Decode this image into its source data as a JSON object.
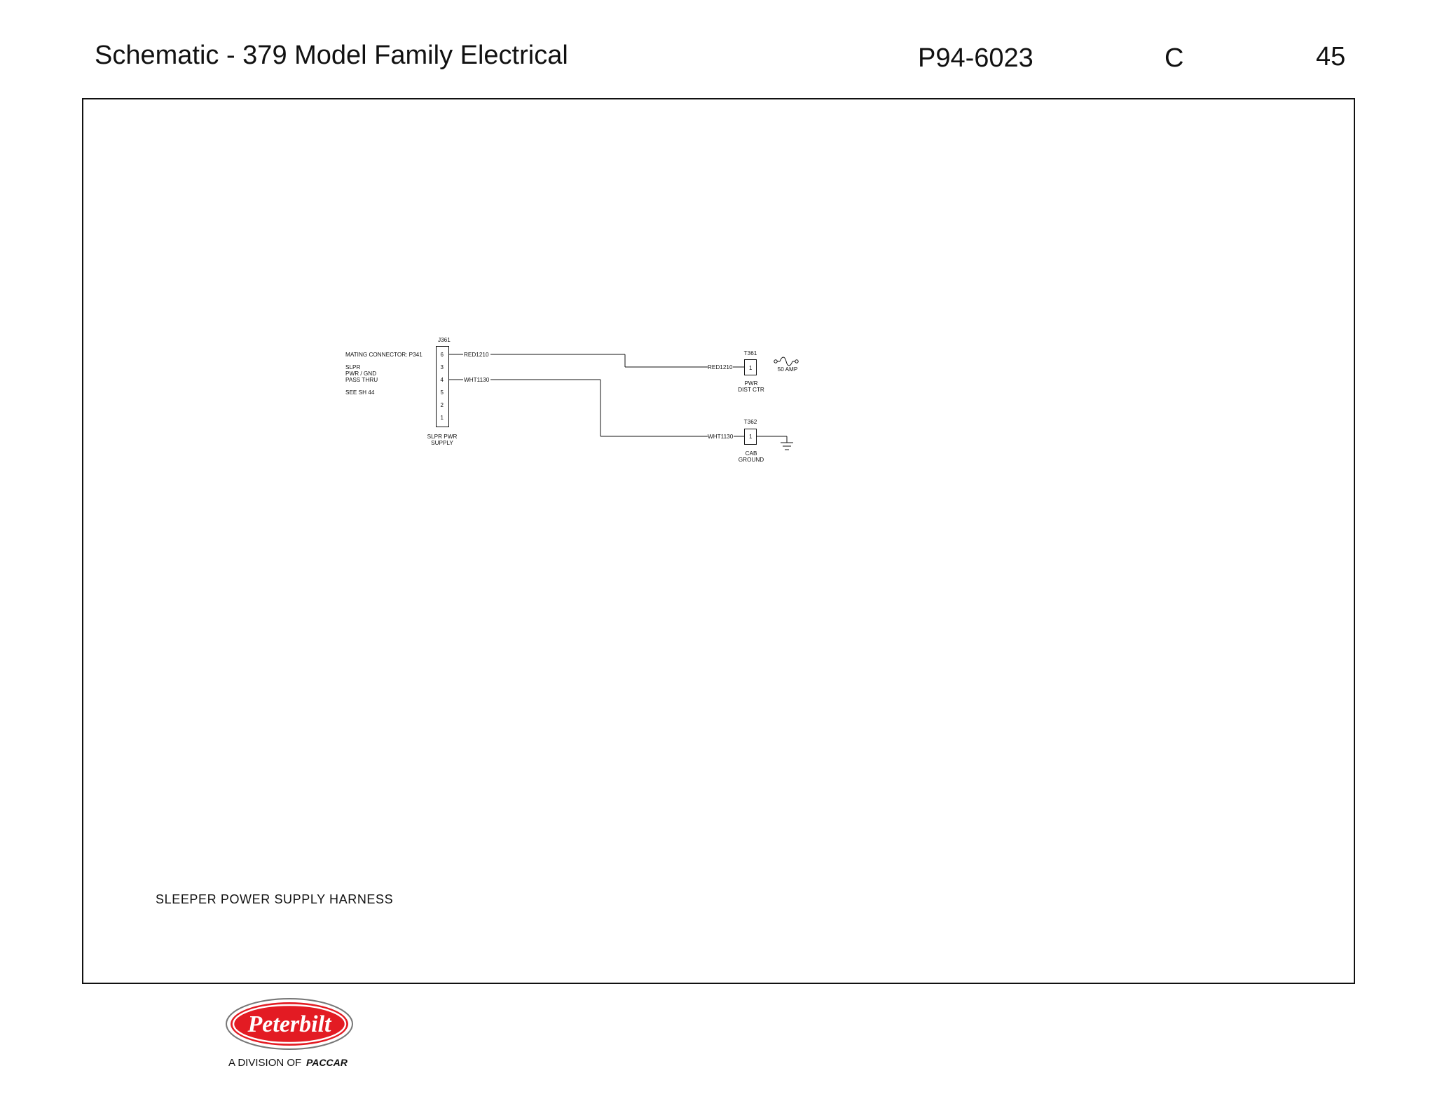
{
  "header": {
    "title": "Schematic - 379 Model Family Electrical",
    "doc_number": "P94-6023",
    "revision": "C",
    "page": "45"
  },
  "schematic": {
    "connector_j361": {
      "id": "J361",
      "mating_note": "MATING  CONNECTOR:  P341",
      "desc_line1": "SLPR",
      "desc_line2": "PWR / GND",
      "desc_line3": "PASS  THRU",
      "see_sheet": "SEE  SH  44",
      "pins": [
        "6",
        "3",
        "4",
        "5",
        "2",
        "1"
      ],
      "label_line1": "SLPR  PWR",
      "label_line2": "SUPPLY"
    },
    "wires": {
      "red_at_j361": "RED1210",
      "red_at_t361": "RED1210",
      "wht_at_j361": "WHT1130",
      "wht_at_t362": "WHT1130"
    },
    "terminal_t361": {
      "id": "T361",
      "pin": "1",
      "label_line1": "PWR",
      "label_line2": "DIST  CTR",
      "fuse_rating": "50  AMP"
    },
    "terminal_t362": {
      "id": "T362",
      "pin": "1",
      "label_line1": "CAB",
      "label_line2": "GROUND"
    }
  },
  "harness_title": "SLEEPER  POWER  SUPPLY  HARNESS",
  "logo": {
    "brand": "Peterbilt",
    "tagline": "A DIVISION OF",
    "parent": "PACCAR",
    "brand_color": "#e31b23"
  }
}
